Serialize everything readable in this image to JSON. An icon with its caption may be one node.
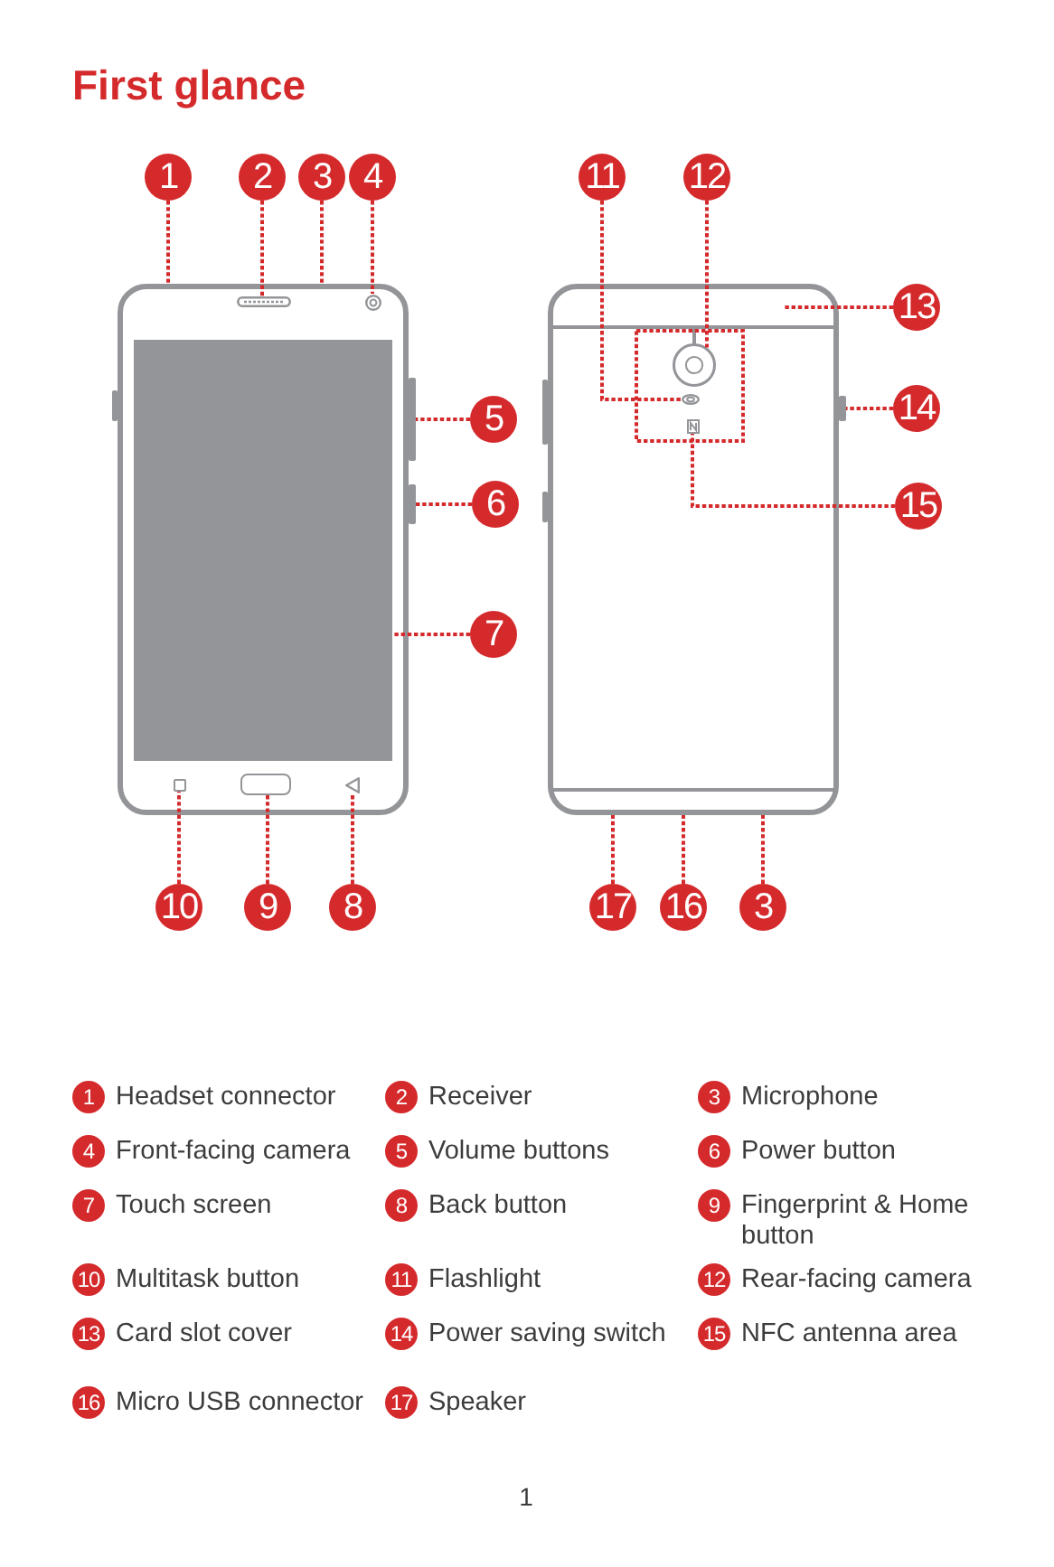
{
  "diagram": {
    "title": "First glance",
    "nodes": [
      {
        "text": [],
        "shape": "picture"
      },
      {
        "text": [],
        "shape": "box",
        "in": 0
      },
      {
        "text": [],
        "shape": "bar",
        "in": 0
      },
      {
        "text": [],
        "shape": "circle",
        "in": 0
      },
      {
        "text": [],
        "shape": "box",
        "in": 0
      },
      {
        "text": [],
        "shape": "box",
        "in": 0
      },
      {
        "text": [],
        "shape": "triangle",
        "in": 0
      },
      {
        "text": [],
        "shape": "bar"
      },
      {
        "text": [],
        "shape": "bar"
      },
      {
        "text": [],
        "shape": "picture"
      },
      {
        "text": [],
        "shape": "circle",
        "in": 9
      },
      {
        "text": [],
        "shape": "circle",
        "in": 9
      },
      {
        "text": [],
        "shape": "box",
        "in": 9
      },
      {
        "text": [],
        "shape": "bar"
      },
      {
        "text": [
          "1"
        ]
      },
      {
        "text": [
          "2"
        ]
      },
      {
        "text": [
          "3"
        ]
      },
      {
        "text": [
          "4"
        ]
      },
      {
        "text": [
          "11"
        ]
      },
      {
        "text": [
          "12"
        ]
      },
      {
        "text": [
          "13"
        ]
      },
      {
        "text": [
          "5"
        ]
      },
      {
        "text": [
          "14"
        ]
      },
      {
        "text": [
          "6"
        ]
      },
      {
        "text": [
          "15"
        ]
      },
      {
        "text": [
          "7"
        ]
      },
      {
        "text": [
          "10"
        ]
      },
      {
        "text": [
          "9"
        ]
      },
      {
        "text": [
          "8"
        ]
      },
      {
        "text": [
          "17"
        ]
      },
      {
        "text": [
          "16"
        ]
      },
      {
        "text": [
          "3"
        ]
      }
    ],
    "edges": [
      {
        "from": 14,
        "to": 0,
        "arrow": "none"
      },
      {
        "from": 15,
        "to": 2,
        "arrow": "none"
      },
      {
        "from": 16,
        "to": 0,
        "arrow": "none"
      },
      {
        "from": 17,
        "to": 3,
        "arrow": "none"
      },
      {
        "from": 18,
        "to": 11,
        "arrow": "none"
      },
      {
        "from": 19,
        "to": 10,
        "arrow": "none"
      },
      {
        "from": 20,
        "to": null,
        "arrow": "none"
      },
      {
        "from": 21,
        "to": 7,
        "arrow": "none"
      },
      {
        "from": 22,
        "to": 13,
        "arrow": "none"
      },
      {
        "from": 23,
        "to": 8,
        "arrow": "none"
      },
      {
        "from": 24,
        "to": 12,
        "arrow": "none"
      },
      {
        "from": 25,
        "to": 1,
        "arrow": "none"
      },
      {
        "from": 26,
        "to": 4,
        "arrow": "none"
      },
      {
        "from": 27,
        "to": 5,
        "arrow": "none"
      },
      {
        "from": 28,
        "to": 6,
        "arrow": "none"
      },
      {
        "from": 29,
        "to": 9,
        "arrow": "none"
      },
      {
        "from": 30,
        "to": 9,
        "arrow": "none"
      },
      {
        "from": 31,
        "to": 9,
        "arrow": "none"
      }
    ],
    "labels": [
      "1",
      "Headset connector",
      "2",
      "Receiver",
      "3",
      "Microphone",
      "4",
      "Front-facing camera",
      "5",
      "Volume buttons",
      "6",
      "Power button",
      "7",
      "Touch screen",
      "8",
      "Back button",
      "9",
      "Fingerprint & Home button",
      "10",
      "Multitask button",
      "11",
      "Flashlight",
      "12",
      "Rear-facing camera",
      "13",
      "Card slot cover",
      "14",
      "Power saving switch",
      "15",
      "NFC antenna area",
      "16",
      "Micro USB connector",
      "17",
      "Speaker",
      "1"
    ]
  }
}
